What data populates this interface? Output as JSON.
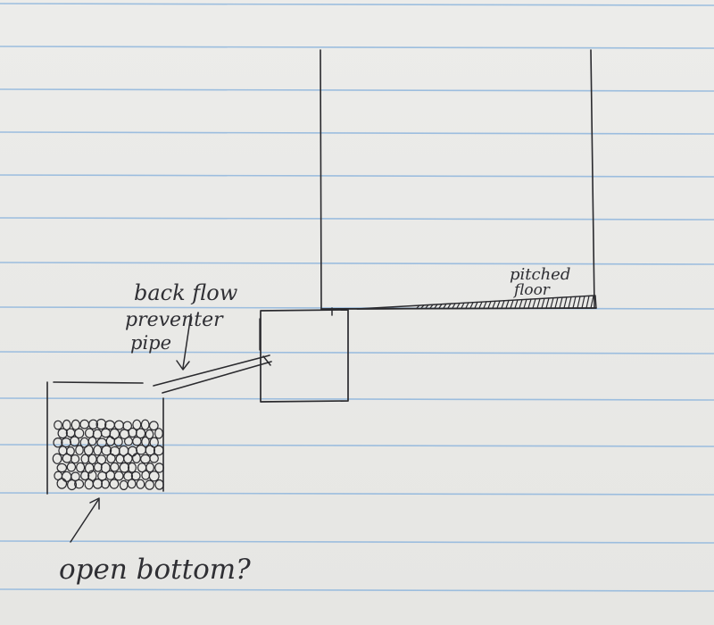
{
  "labels": {
    "backflow_line1": "back flow",
    "backflow_line2": "preventer",
    "backflow_line3": "pipe",
    "pitched_line1": "pitched",
    "pitched_line2": "floor",
    "open_bottom": "open bottom?"
  },
  "colors": {
    "paper": "#e9e9e7",
    "rule_line": "#8fb6dd",
    "ink": "#2a2a2e"
  }
}
